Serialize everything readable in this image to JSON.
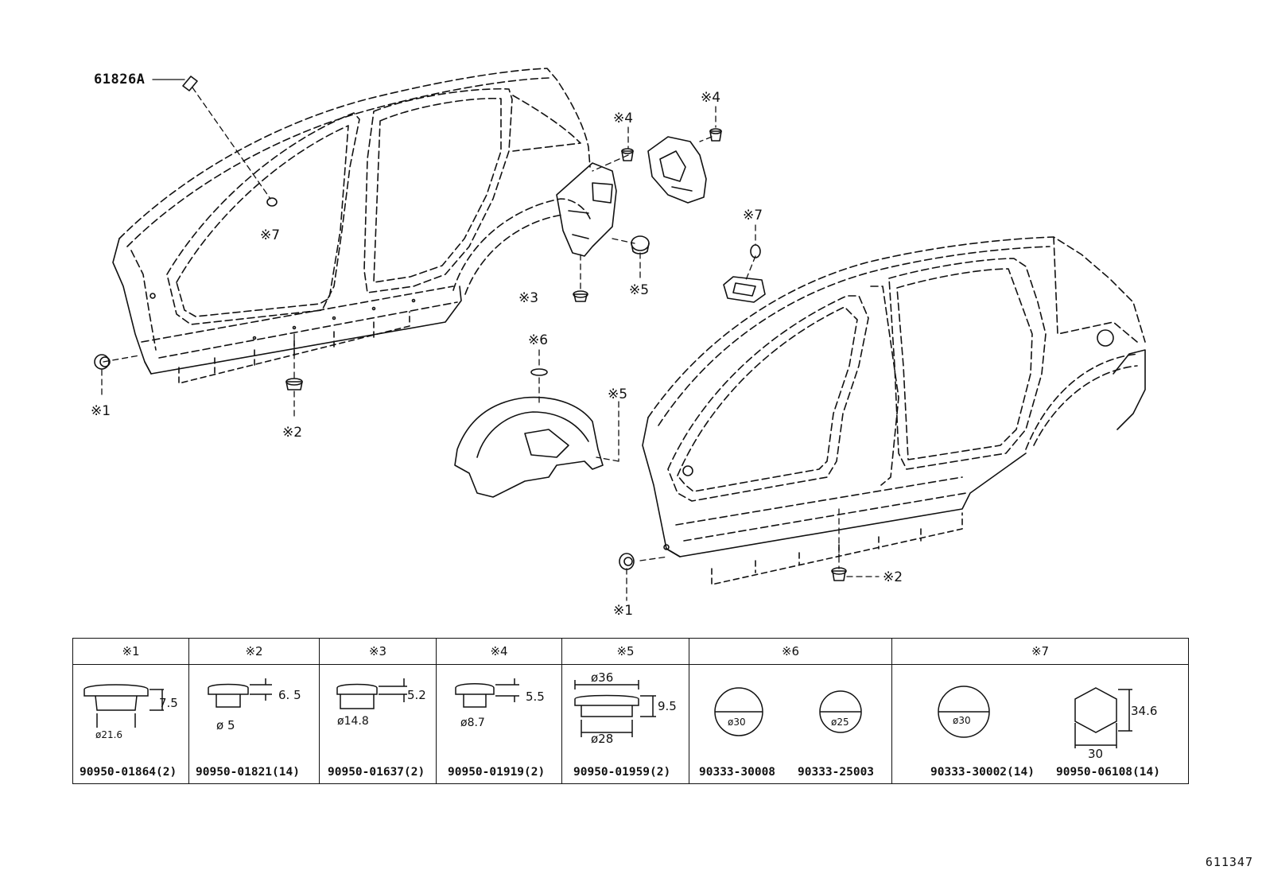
{
  "diagram": {
    "part_code": "61826A",
    "callouts": {
      "m1": "※1",
      "m2": "※2",
      "m3": "※3",
      "m4": "※4",
      "m5": "※5",
      "m6": "※6",
      "m7": "※7"
    },
    "illustration_code": "611347"
  },
  "table": {
    "columns": [
      {
        "mark": "※1",
        "dims": [
          "7.5",
          "ø21.6"
        ],
        "part_numbers": [
          "90950-01864(2)"
        ]
      },
      {
        "mark": "※2",
        "dims": [
          "6. 5",
          "ø 5"
        ],
        "part_numbers": [
          "90950-01821(14)"
        ]
      },
      {
        "mark": "※3",
        "dims": [
          "5.2",
          "ø14.8"
        ],
        "part_numbers": [
          "90950-01637(2)"
        ]
      },
      {
        "mark": "※4",
        "dims": [
          "5.5",
          "ø8.7"
        ],
        "part_numbers": [
          "90950-01919(2)"
        ]
      },
      {
        "mark": "※5",
        "dims": [
          "ø36",
          "9.5",
          "ø28"
        ],
        "part_numbers": [
          "90950-01959(2)"
        ]
      },
      {
        "mark": "※6",
        "dims": [
          "ø30",
          "ø25"
        ],
        "part_numbers": [
          "90333-30008",
          "90333-25003"
        ]
      },
      {
        "mark": "※7",
        "dims": [
          "ø30",
          "34.6",
          "30"
        ],
        "part_numbers": [
          "90333-30002(14)",
          "90950-06108(14)"
        ]
      }
    ]
  }
}
